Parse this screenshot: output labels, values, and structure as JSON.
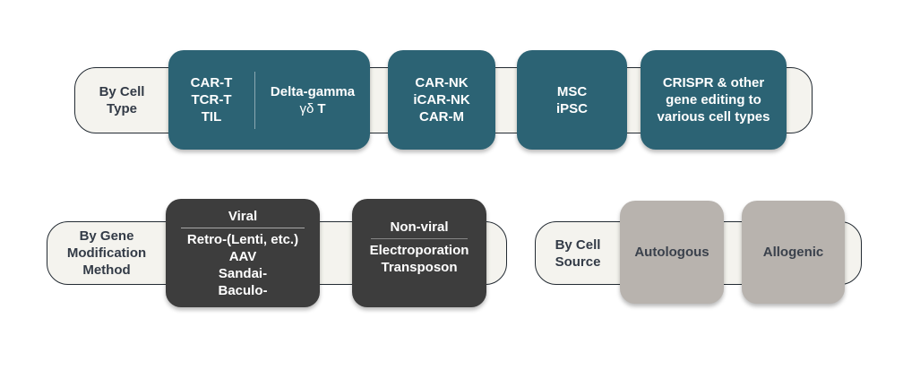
{
  "colors": {
    "teal_box": "#2c6374",
    "dark_box": "#3d3d3d",
    "gray_box": "#b8b3ae",
    "pill_background": "#f4f3ee",
    "pill_border": "#232b33",
    "dark_text": "#333b47",
    "light_text": "#ffffff"
  },
  "cell_type": {
    "label": {
      "line1": "By Cell",
      "line2": "Type"
    },
    "t_cell_box": {
      "col1": {
        "line1": "CAR-T",
        "line2": "TCR-T",
        "line3": "TIL"
      },
      "col2": {
        "line1": "Delta-gamma",
        "greek": "γδ",
        "suffix": "T"
      }
    },
    "nk_box": {
      "line1": "CAR-NK",
      "line2": "iCAR-NK",
      "line3": "CAR-M"
    },
    "stem_box": {
      "line1": "MSC",
      "line2": "iPSC"
    },
    "crispr_box": {
      "line1": "CRISPR & other",
      "line2": "gene editing to",
      "line3": "various cell types"
    }
  },
  "gene_modification": {
    "label": {
      "line1": "By Gene",
      "line2": "Modification",
      "line3": "Method"
    },
    "viral_box": {
      "title": "Viral",
      "item1": "Retro-(Lenti, etc.)",
      "item2": "AAV",
      "item3": "Sandai-",
      "item4": "Baculo-"
    },
    "nonviral_box": {
      "title": "Non-viral",
      "item1": "Electroporation",
      "item2": "Transposon"
    }
  },
  "cell_source": {
    "label": {
      "line1": "By Cell",
      "line2": "Source"
    },
    "autologous_box": {
      "label": "Autologous"
    },
    "allogenic_box": {
      "label": "Allogenic"
    }
  }
}
